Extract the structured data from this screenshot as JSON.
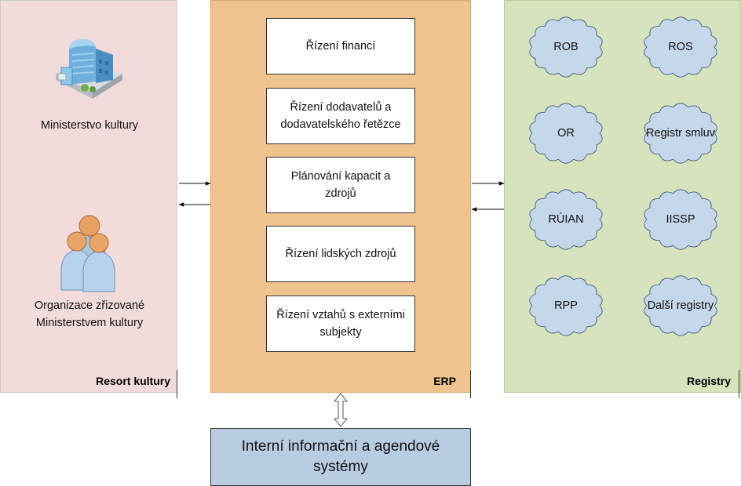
{
  "resort": {
    "title": "Resort kultury",
    "ministry_label": "Ministerstvo kultury",
    "organizations_label": "Organizace zřizované Ministerstvem kultury"
  },
  "erp": {
    "title": "ERP",
    "modules": [
      "Řízení financí",
      "Řízení dodavatelů a dodavatelského řetězce",
      "Plánování kapacit a zdrojů",
      "Řízení lidských zdrojů",
      "Řízení vztahů s externími subjekty"
    ]
  },
  "registry": {
    "title": "Registry",
    "items": [
      "ROB",
      "ROS",
      "OR",
      "Registr smluv",
      "RÚIAN",
      "IISSP",
      "RPP",
      "Další registry"
    ]
  },
  "internal": {
    "label": "Interní informační a agendové systémy"
  },
  "colors": {
    "resort_bg": "#f2dcdb",
    "erp_bg": "#f0c48e",
    "registry_bg": "#d6e3bc",
    "cloud_fill": "#c5d7ea",
    "internal_bg": "#b9cde2"
  }
}
